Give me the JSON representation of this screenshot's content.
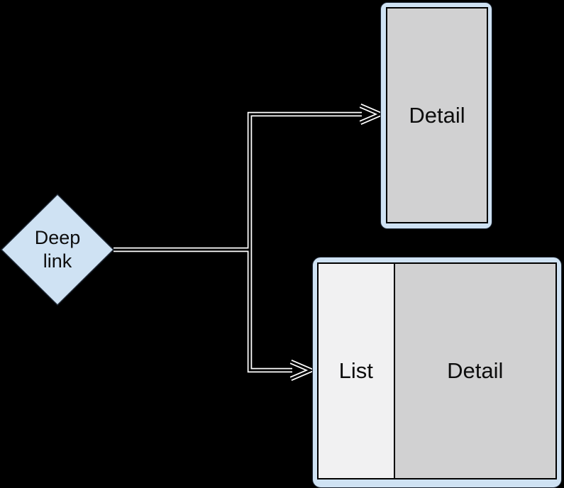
{
  "diagram": {
    "title": "deep-link-navigation-diagram",
    "type": "flow"
  },
  "colors": {
    "canvas-bg": "#000000",
    "node-fill": "#cfe2f3",
    "node-outline": "#1f2835",
    "detail-fill": "#d1d1d2",
    "list-fill": "#f1f1f2",
    "panel-border": "#000000",
    "label-text": "#0d0d0d",
    "arrow-casing": "#ffffff",
    "arrow-core": "#000000"
  },
  "nodes": {
    "deep_link": {
      "label": "Deep link",
      "lines": [
        "Deep",
        "link"
      ]
    },
    "phone": {
      "detail_label": "Detail"
    },
    "tablet": {
      "list_label": "List",
      "detail_label": "Detail"
    }
  },
  "edges": [
    {
      "from": "deep_link",
      "to": "phone",
      "style": "elbow-open-arrow"
    },
    {
      "from": "deep_link",
      "to": "tablet",
      "style": "elbow-open-arrow"
    }
  ]
}
